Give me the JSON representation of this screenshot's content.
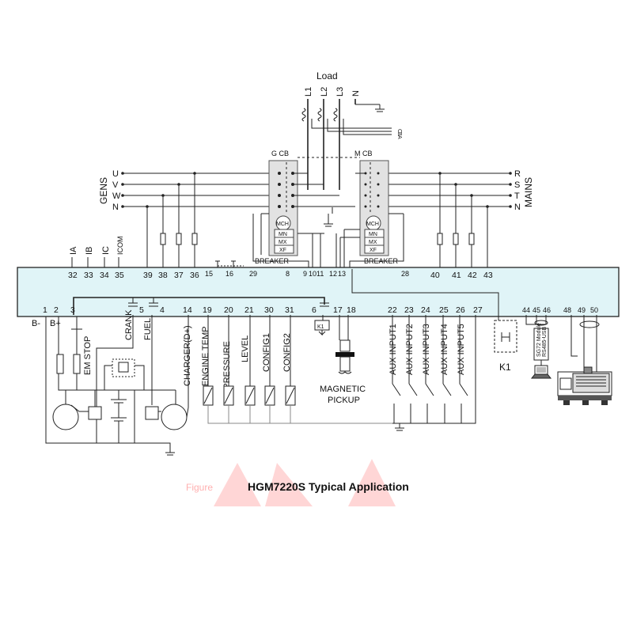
{
  "title": "HGM7220S Typical Application",
  "watermark": "Figure",
  "load_label": "Load",
  "load_lines": [
    "L1",
    "L2",
    "L3",
    "N"
  ],
  "ct_taps": [
    "C",
    "B",
    "A"
  ],
  "gens_label": "GENS",
  "mains_label": "MAINS",
  "gens_phases": [
    "U",
    "V",
    "W",
    "N"
  ],
  "mains_phases": [
    "R",
    "S",
    "T",
    "N"
  ],
  "gcb_label": "G CB",
  "mcb_label": "M CB",
  "breaker_label": "BREAKER",
  "breaker_parts": [
    "MCH",
    "MN",
    "MX",
    "XF"
  ],
  "top_terminals": [
    "32",
    "33",
    "34",
    "35",
    "39",
    "38",
    "37",
    "36",
    "15",
    "16",
    "29",
    "8",
    "9",
    "10",
    "11",
    "12",
    "13",
    "28",
    "40",
    "41",
    "42",
    "43"
  ],
  "bottom_terminals": [
    "1",
    "2",
    "3",
    "5",
    "4",
    "14",
    "19",
    "20",
    "21",
    "30",
    "31",
    "6",
    "17",
    "18",
    "22",
    "23",
    "24",
    "25",
    "26",
    "27",
    "44",
    "45",
    "46",
    "48",
    "49",
    "50"
  ],
  "current_labels": [
    "IA",
    "IB",
    "IC",
    "ICOM"
  ],
  "b_minus": "B-",
  "b_plus": "B+",
  "inputs": [
    "EM STOP",
    "CRANK",
    "FUEL",
    "CHARGER(D+)",
    "ENGINE TEMP",
    "OIL PRESSURE",
    "LEVEL",
    "CONFIG1",
    "CONFIG2"
  ],
  "k1": "K1",
  "magnetic_pickup": [
    "MAGNETIC",
    "PICKUP"
  ],
  "aux_inputs": [
    "AUX INPUT1",
    "AUX INPUT2",
    "AUX INPUT3",
    "AUX INPUT4",
    "AUX INPUT5"
  ],
  "module_label": "SG72 Module",
  "rs485_label": "RS485-USB",
  "colors": {
    "controller_fill": "#e0f4f7",
    "breaker_fill": "#e2e2e2",
    "watermark": "#ff5c5c"
  }
}
